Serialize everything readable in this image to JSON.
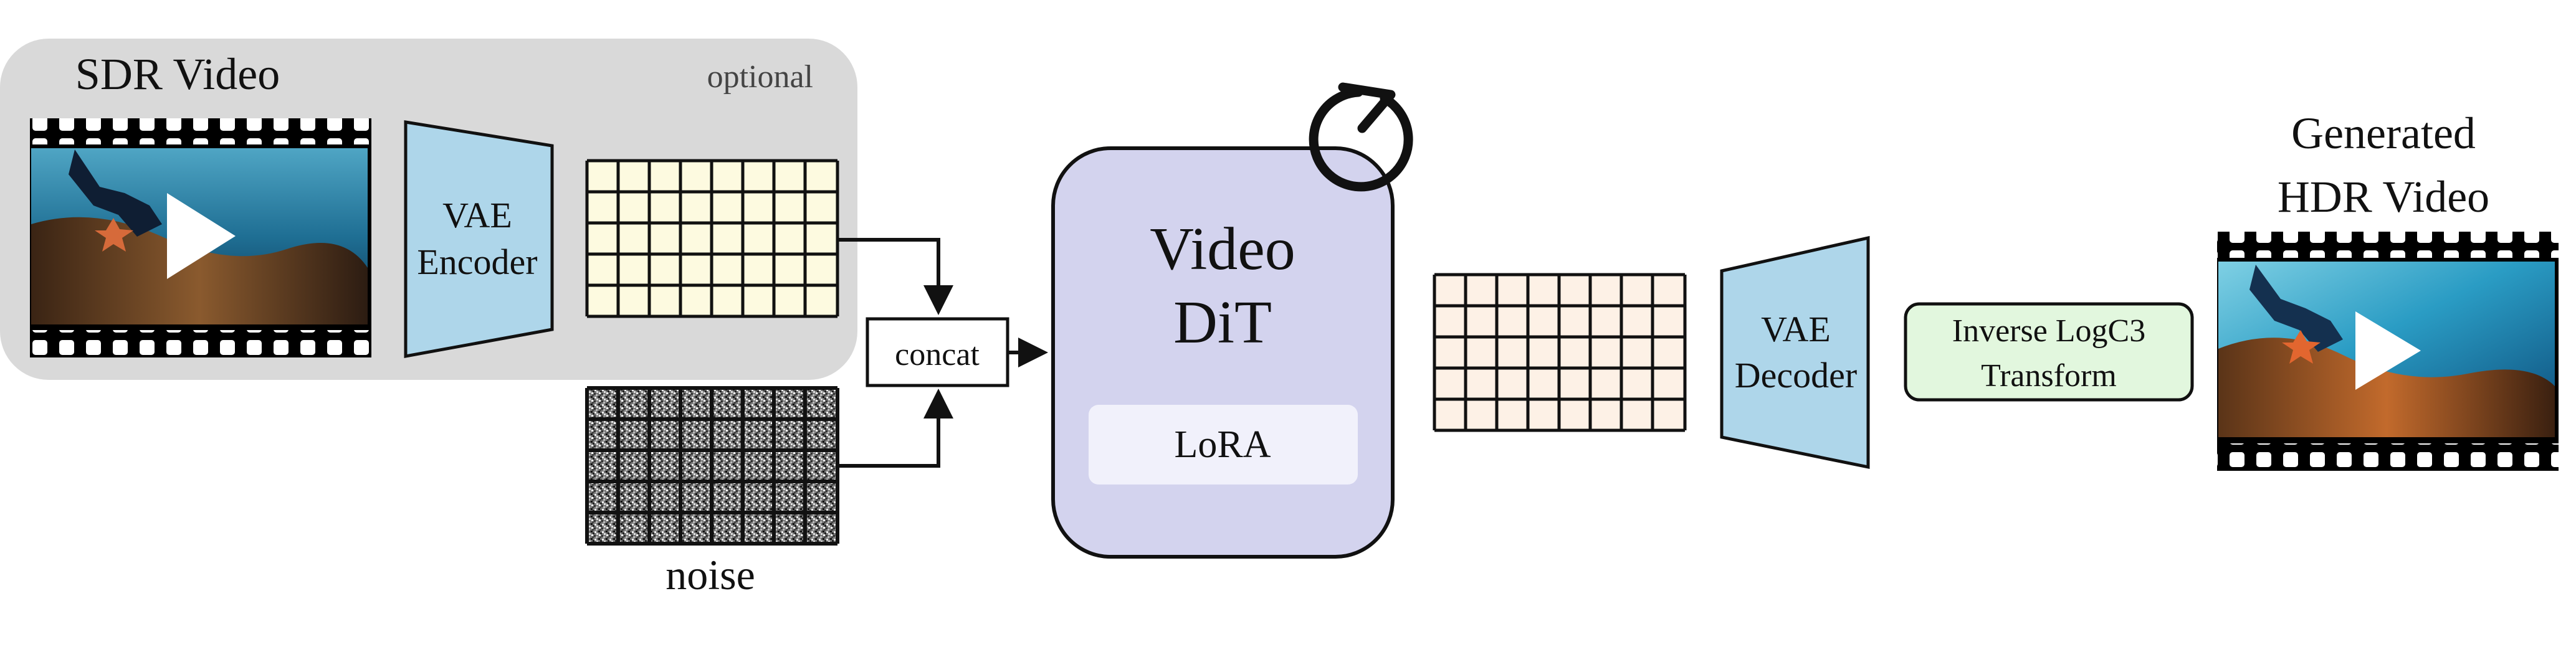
{
  "sdr_panel": {
    "title": "SDR Video",
    "optional_label": "optional"
  },
  "vae_encoder": {
    "line1": "VAE",
    "line2": "Encoder"
  },
  "noise": {
    "label": "noise"
  },
  "concat": {
    "label": "concat"
  },
  "dit": {
    "line1": "Video",
    "line2": "DiT",
    "lora": "LoRA"
  },
  "vae_decoder": {
    "line1": "VAE",
    "line2": "Decoder"
  },
  "inverse": {
    "line1": "Inverse LogC3",
    "line2": "Transform"
  },
  "output": {
    "line1": "Generated",
    "line2": "HDR Video"
  },
  "colors": {
    "panel_gray": "#d9d9d9",
    "vae_blue": "#aed6ea",
    "latent_cream": "#fdfae0",
    "latent_peach": "#fdf1e6",
    "dit_lavender": "#d3d3ee",
    "lora_fill": "#f1f1fb",
    "inverse_green": "#e2f7de",
    "stroke": "#111111"
  }
}
